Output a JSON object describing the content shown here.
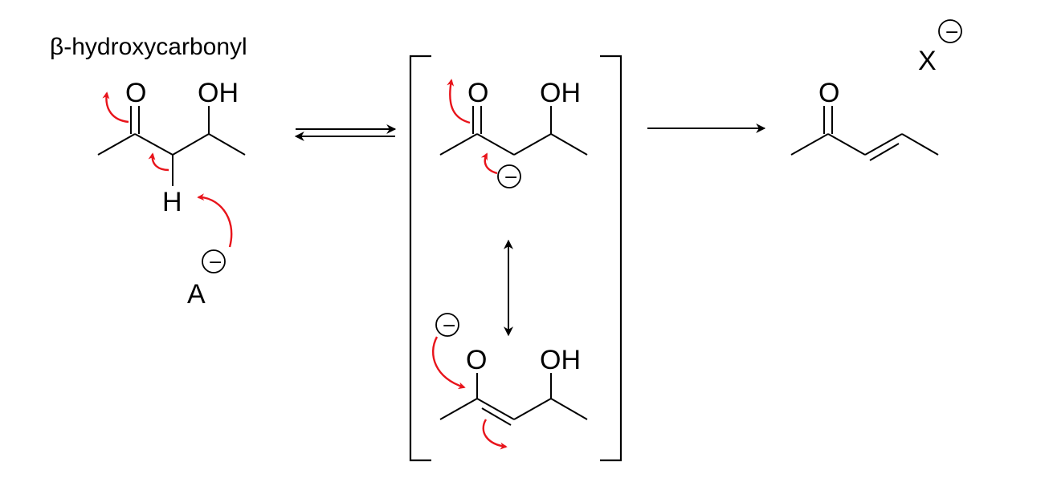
{
  "title": "β-hydroxycarbonyl",
  "atoms": {
    "oxygen": "O",
    "hydroxyl": "OH",
    "hydrogen": "H",
    "base": "A",
    "leaving_group": "X"
  },
  "charges": {
    "negative": "−"
  },
  "colors": {
    "electron_arrow": "#e8141b",
    "bond": "#000000"
  },
  "arrows": {
    "step1": "equilibrium",
    "resonance": "double-headed",
    "step2": "forward"
  }
}
